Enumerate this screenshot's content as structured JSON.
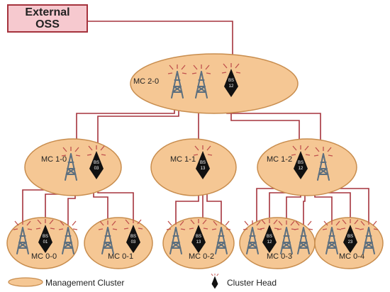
{
  "external_oss": {
    "line1": "External",
    "line2": "OSS"
  },
  "clusters": {
    "mc20": "MC 2-0",
    "mc10": "MC 1-0",
    "mc11": "MC 1-1",
    "mc12": "MC 1-2",
    "mc00": "MC 0-0",
    "mc01": "MC 0-1",
    "mc02": "MC 0-2",
    "mc03": "MC 0-3",
    "mc04": "MC 0-4"
  },
  "cluster_heads": {
    "h20": [
      "BS",
      "12"
    ],
    "h10": [
      "BS",
      "03"
    ],
    "h11": [
      "BS",
      "13"
    ],
    "h12": [
      "BS",
      "12"
    ],
    "h00": [
      "BS",
      "01"
    ],
    "h01": [
      "BS",
      "03"
    ],
    "h02": [
      "BS",
      "13"
    ],
    "h03": [
      "BS",
      "12"
    ],
    "h04": [
      "BS",
      "23"
    ]
  },
  "legend": {
    "management_cluster": "Management Cluster",
    "cluster_head": "Cluster Head"
  },
  "colors": {
    "cluster_fill": "#f5c794",
    "cluster_stroke": "#c88d4e",
    "link": "#a5333d",
    "tower": "#5d6f7e",
    "head": "#111111"
  }
}
